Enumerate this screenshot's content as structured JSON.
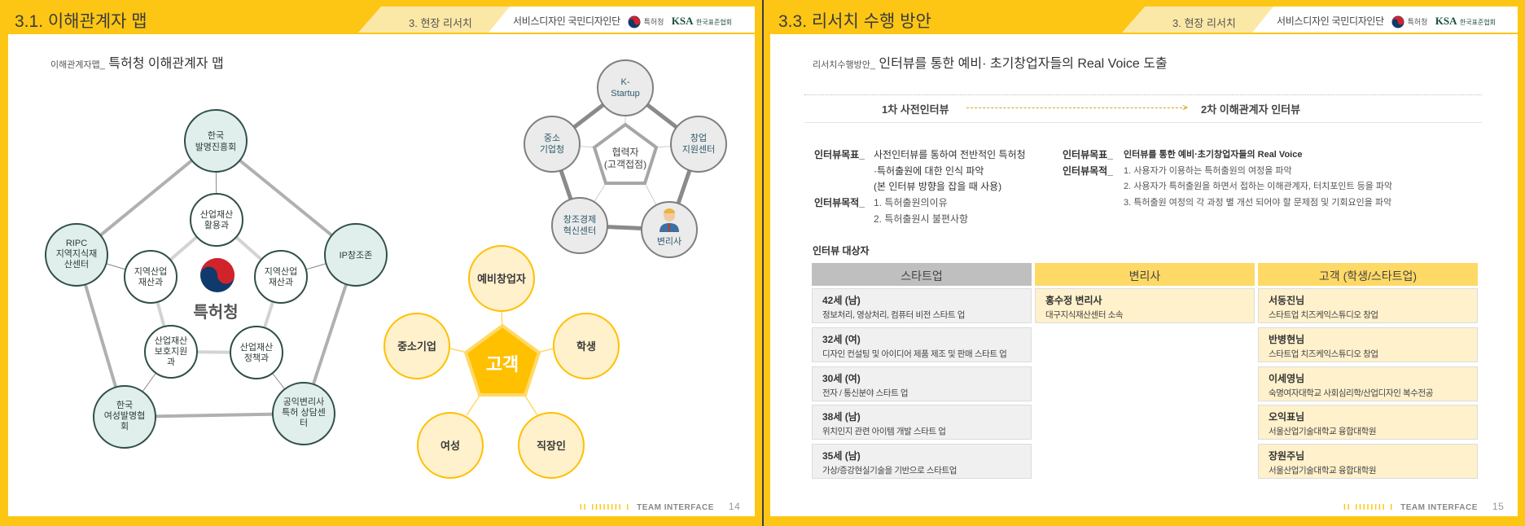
{
  "left": {
    "header": {
      "title": "3.1. 이해관계자 맵",
      "section": "3. 현장 리서치",
      "org": "서비스디자인 국민디자인단",
      "logo1": "특허청",
      "logo2_mark": "KSA",
      "logo2": "한국표준협회"
    },
    "subtitle_label": "이해관계자맵_",
    "subtitle": "특허청 이해관계자 맵",
    "stakeholder_map": {
      "center": "특허청",
      "outer": [
        [
          "한국",
          "발명진흥회"
        ],
        [
          "RIPC",
          "지역지식재",
          "산센터"
        ],
        [
          "IP창조존"
        ],
        [
          "한국",
          "여성발명협",
          "회"
        ],
        [
          "공익변리사",
          "특허 상담센",
          "터"
        ]
      ],
      "inner": [
        [
          "산업재산",
          "활용과"
        ],
        [
          "지역산업",
          "재산과"
        ],
        [
          "지역산업",
          "재산과"
        ],
        [
          "산업재산",
          "보호지원",
          "과"
        ],
        [
          "산업재산",
          "정책과"
        ]
      ]
    },
    "partners": {
      "center": [
        "협력자",
        "(고객접점)"
      ],
      "nodes": [
        [
          "K-",
          "Startup"
        ],
        [
          "중소",
          "기업청"
        ],
        [
          "창업",
          "지원센터"
        ],
        [
          "창조경제",
          "혁신센터"
        ],
        [
          "변리사"
        ]
      ]
    },
    "customers": {
      "center": "고객",
      "nodes": [
        "예비창업자",
        "중소기업",
        "학생",
        "여성",
        "직장인"
      ]
    },
    "footer": {
      "bars": "II IIIIIIII I",
      "brand": "TEAM INTERFACE",
      "page": "14"
    }
  },
  "right": {
    "header": {
      "title": "3.3. 리서치 수행 방안",
      "section": "3. 현장 리서치",
      "org": "서비스디자인 국민디자인단",
      "logo1": "특허청",
      "logo2_mark": "KSA",
      "logo2": "한국표준협회"
    },
    "subtitle_label": "리서치수행방안_",
    "subtitle": "인터뷰를 통한 예비· 초기창업자들의 Real Voice 도출",
    "flow": {
      "step1": "1차 사전인터뷰",
      "step2": "2차 이해관계자 인터뷰"
    },
    "first": {
      "goal_label": "인터뷰목표_",
      "goal_lines": [
        "사전인터뷰를 통하여 전반적인 특허청",
        "·특허출원에 대한 인식 파악",
        "(본 인터뷰 방향을 잡을 때 사용)"
      ],
      "purpose_label": "인터뷰목적_",
      "purposes": [
        "1. 특허출원의이유",
        "2. 특허출원시 불편사항"
      ]
    },
    "second": {
      "goal_label": "인터뷰목표_",
      "goal": "인터뷰를 통한 예비·초기창업자들의 Real Voice",
      "purpose_label": "인터뷰목적_",
      "purposes": [
        "1. 사용자가 이용하는 특허출원의 여정을 파악",
        "2. 사용자가 특허출원을 하면서 접하는 이해관계자, 터치포인트 등을 파악",
        "3. 특허출원 여정의 각 과정 별 개선 되어야 할 문제점 및 기회요인을 파악"
      ]
    },
    "targets_label": "인터뷰 대상자",
    "columns": [
      {
        "header": "스타트업",
        "rows": [
          {
            "name": "42세 (남)",
            "desc": "정보처리, 영상처리, 컴퓨터 비전 스타트 업"
          },
          {
            "name": "32세 (여)",
            "desc": "디자인 컨설팅 및 아이디어 제품 제조 및 판매 스타트 업"
          },
          {
            "name": "30세 (여)",
            "desc": "전자 / 통신분야 스타트 업"
          },
          {
            "name": "38세 (남)",
            "desc": "위치인지 관련 아이템 개발 스타트 업"
          },
          {
            "name": "35세 (남)",
            "desc": "가상/증강현실기술을 기반으로 스타트업"
          }
        ]
      },
      {
        "header": "변리사",
        "rows": [
          {
            "name": "홍수정 변리사",
            "desc": "대구지식재산센터 소속"
          }
        ]
      },
      {
        "header": "고객 (학생/스타트업)",
        "rows": [
          {
            "name": "서동진님",
            "desc": "스타트업 치즈케익스튜디오 창업"
          },
          {
            "name": "반병현님",
            "desc": "스타트업 치즈케익스튜디오 창업"
          },
          {
            "name": "이세영님",
            "desc": "숙명여자대학교 사회심리학/산업디자인 복수전공"
          },
          {
            "name": "오익표님",
            "desc": "서울산업기술대학교 융합대학원"
          },
          {
            "name": "장원주님",
            "desc": "서울산업기술대학교 융합대학원"
          }
        ]
      }
    ],
    "footer": {
      "bars": "II IIIIIIII I",
      "brand": "TEAM INTERFACE",
      "page": "15"
    }
  },
  "colors": {
    "brand_yellow": "#FDC614",
    "tab_yellow": "#FCE8A6",
    "teal_fill": "#E0EEEC",
    "teal_stroke": "#2F4F4A",
    "customer_fill": "#FFF1CC",
    "customer_stroke": "#FFC000"
  }
}
